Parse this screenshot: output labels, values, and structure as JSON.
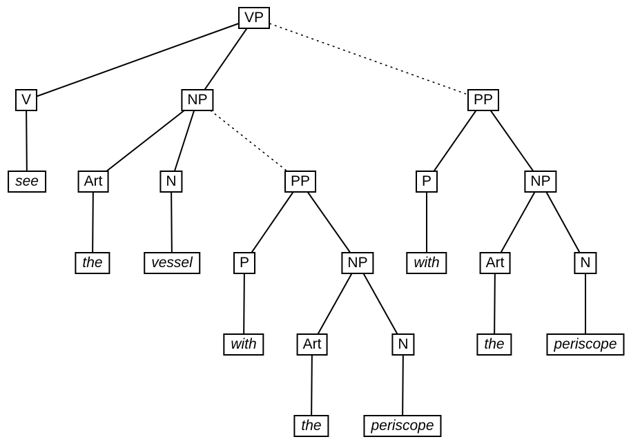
{
  "diagram": {
    "type": "syntax-tree",
    "description": "Constituency parse tree of a verb phrase showing prepositional-phrase attachment ambiguity (dotted lines mark the two alternative PP attachment sites)",
    "sentence": "see the vessel with the periscope",
    "colors": {
      "background": "#ffffff",
      "box_fill": "#ffffff",
      "box_border": "#000000",
      "text": "#000000",
      "edge": "#000000"
    },
    "nodes": [
      {
        "id": "vp",
        "label": "VP",
        "kind": "category"
      },
      {
        "id": "v",
        "label": "V",
        "kind": "category"
      },
      {
        "id": "np-obj",
        "label": "NP",
        "kind": "category"
      },
      {
        "id": "pp-right",
        "label": "PP",
        "kind": "category"
      },
      {
        "id": "see",
        "label": "see",
        "kind": "word"
      },
      {
        "id": "art-left",
        "label": "Art",
        "kind": "category"
      },
      {
        "id": "n-left",
        "label": "N",
        "kind": "category"
      },
      {
        "id": "pp-mid",
        "label": "PP",
        "kind": "category"
      },
      {
        "id": "p-right",
        "label": "P",
        "kind": "category"
      },
      {
        "id": "np-right",
        "label": "NP",
        "kind": "category"
      },
      {
        "id": "the-left",
        "label": "the",
        "kind": "word"
      },
      {
        "id": "vessel",
        "label": "vessel",
        "kind": "word"
      },
      {
        "id": "p-mid",
        "label": "P",
        "kind": "category"
      },
      {
        "id": "np-mid",
        "label": "NP",
        "kind": "category"
      },
      {
        "id": "with-right",
        "label": "with",
        "kind": "word"
      },
      {
        "id": "art-right",
        "label": "Art",
        "kind": "category"
      },
      {
        "id": "n-right",
        "label": "N",
        "kind": "category"
      },
      {
        "id": "with-mid",
        "label": "with",
        "kind": "word"
      },
      {
        "id": "art-mid",
        "label": "Art",
        "kind": "category"
      },
      {
        "id": "n-mid",
        "label": "N",
        "kind": "category"
      },
      {
        "id": "the-right",
        "label": "the",
        "kind": "word"
      },
      {
        "id": "periscope-right",
        "label": "periscope",
        "kind": "word"
      },
      {
        "id": "the-mid",
        "label": "the",
        "kind": "word"
      },
      {
        "id": "periscope-mid",
        "label": "periscope",
        "kind": "word"
      }
    ],
    "edges": [
      {
        "from": "vp",
        "to": "v",
        "style": "solid"
      },
      {
        "from": "vp",
        "to": "np-obj",
        "style": "solid"
      },
      {
        "from": "vp",
        "to": "pp-right",
        "style": "dotted"
      },
      {
        "from": "v",
        "to": "see",
        "style": "solid"
      },
      {
        "from": "np-obj",
        "to": "art-left",
        "style": "solid"
      },
      {
        "from": "np-obj",
        "to": "n-left",
        "style": "solid"
      },
      {
        "from": "np-obj",
        "to": "pp-mid",
        "style": "dotted"
      },
      {
        "from": "art-left",
        "to": "the-left",
        "style": "solid"
      },
      {
        "from": "n-left",
        "to": "vessel",
        "style": "solid"
      },
      {
        "from": "pp-mid",
        "to": "p-mid",
        "style": "solid"
      },
      {
        "from": "pp-mid",
        "to": "np-mid",
        "style": "solid"
      },
      {
        "from": "p-mid",
        "to": "with-mid",
        "style": "solid"
      },
      {
        "from": "np-mid",
        "to": "art-mid",
        "style": "solid"
      },
      {
        "from": "np-mid",
        "to": "n-mid",
        "style": "solid"
      },
      {
        "from": "art-mid",
        "to": "the-mid",
        "style": "solid"
      },
      {
        "from": "n-mid",
        "to": "periscope-mid",
        "style": "solid"
      },
      {
        "from": "pp-right",
        "to": "p-right",
        "style": "solid"
      },
      {
        "from": "pp-right",
        "to": "np-right",
        "style": "solid"
      },
      {
        "from": "p-right",
        "to": "with-right",
        "style": "solid"
      },
      {
        "from": "np-right",
        "to": "art-right",
        "style": "solid"
      },
      {
        "from": "np-right",
        "to": "n-right",
        "style": "solid"
      },
      {
        "from": "art-right",
        "to": "the-right",
        "style": "solid"
      },
      {
        "from": "n-right",
        "to": "periscope-right",
        "style": "solid"
      }
    ]
  }
}
